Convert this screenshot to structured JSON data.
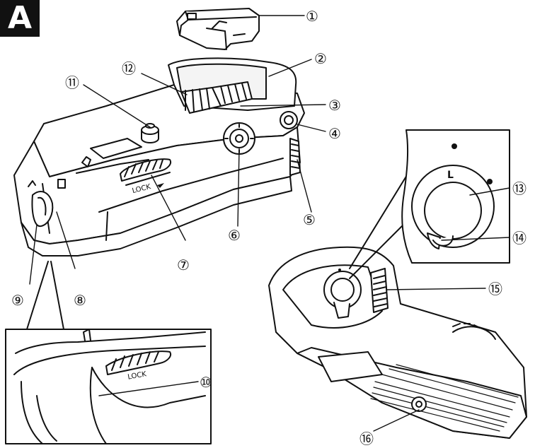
{
  "panel_letter": "A",
  "labels": {
    "l1": "①",
    "l2": "②",
    "l3": "③",
    "l4": "④",
    "l5": "⑤",
    "l6": "⑥",
    "l7": "⑦",
    "l8": "⑧",
    "l9": "⑨",
    "l10": "⑩",
    "l11": "⑪",
    "l12": "⑫",
    "l13": "⑬",
    "l14": "⑭",
    "l15": "⑮",
    "l16": "⑯"
  },
  "markings": {
    "lock_main": "LOCK",
    "lock_inset": "LOCK",
    "dial_letter": "L"
  },
  "colors": {
    "line": "#111111",
    "fill": "#ffffff",
    "badge": "#111111",
    "shade": "#e8e8e8"
  }
}
